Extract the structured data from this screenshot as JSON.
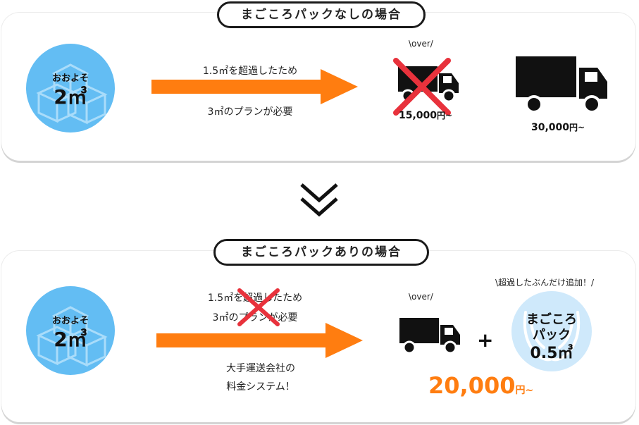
{
  "top": {
    "title": "まごころパックなしの場合",
    "volume_prefix": "おおよそ",
    "volume": "2㎥",
    "reason_line1": "1.5㎡を超過したため",
    "reason_line2": "3㎡のプランが必要",
    "over_label": "\\over/",
    "small_truck_price": "15,000",
    "large_truck_price": "30,000",
    "price_unit": "円~"
  },
  "bottom": {
    "title": "まごころパックありの場合",
    "volume_prefix": "おおよそ",
    "volume": "2㎥",
    "crossed_line1": "1.5㎡を超過したため",
    "crossed_line2": "3㎡のプランが必要",
    "system_line1": "大手運送会社の",
    "system_line2": "料金システム！",
    "over_label": "\\over/",
    "plus": "+",
    "extra_note": "\\超過したぶんだけ追加！/",
    "pack_line1": "まごころ",
    "pack_line2": "パック",
    "pack_volume": "0.5㎥",
    "total_price": "20,000",
    "price_unit": "円~"
  },
  "colors": {
    "accent_orange": "#ff7d10",
    "circle_blue": "#63bdf3",
    "pack_blue": "#cfe9fb",
    "cross_red": "#e8323c"
  }
}
